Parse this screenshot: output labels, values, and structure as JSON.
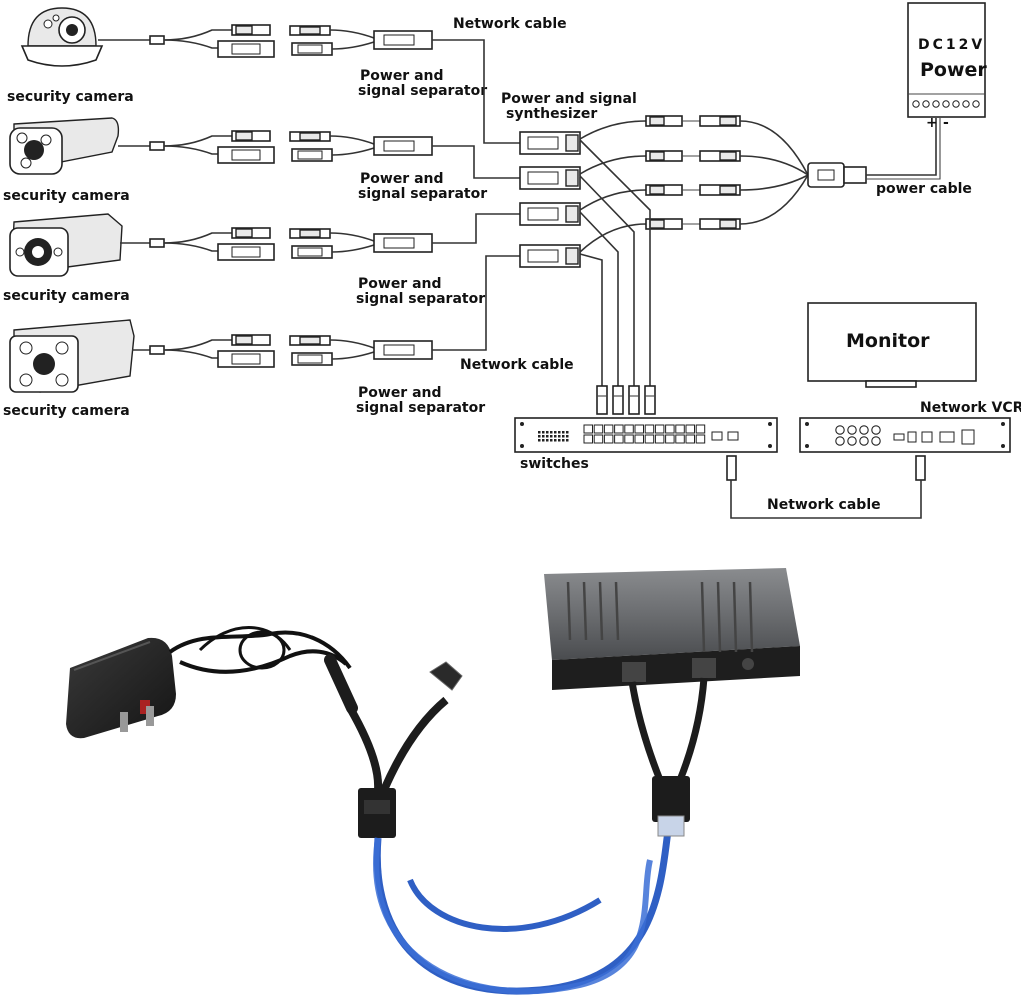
{
  "labels": {
    "camera_1": "security camera",
    "camera_2": "security camera",
    "camera_3": "security camera",
    "camera_4": "security camera",
    "separator_1": [
      "Power and",
      "signal separator"
    ],
    "separator_2": [
      "Power and",
      "signal separator"
    ],
    "separator_3": [
      "Power and",
      "signal separator"
    ],
    "separator_4": [
      "Power and",
      "signal separator"
    ],
    "synthesizer": [
      "Power and signal",
      "synthesizer"
    ],
    "network_cable_top": "Network cable",
    "network_cable_mid": "Network cable",
    "network_cable_bottom": "Network cable",
    "power_supply": [
      "DC12V",
      "Power"
    ],
    "power_terminal_plus": "+",
    "power_terminal_minus": "-",
    "power_cable": "power cable",
    "monitor": "Monitor",
    "network_vcr": "Network VCR",
    "switches": "switches"
  },
  "colors": {
    "line_art": "#222222",
    "network_cable_blue": "#2f5fc4",
    "adapter_black": "#1c1c1c",
    "injector_gray": "#6b6d70"
  }
}
